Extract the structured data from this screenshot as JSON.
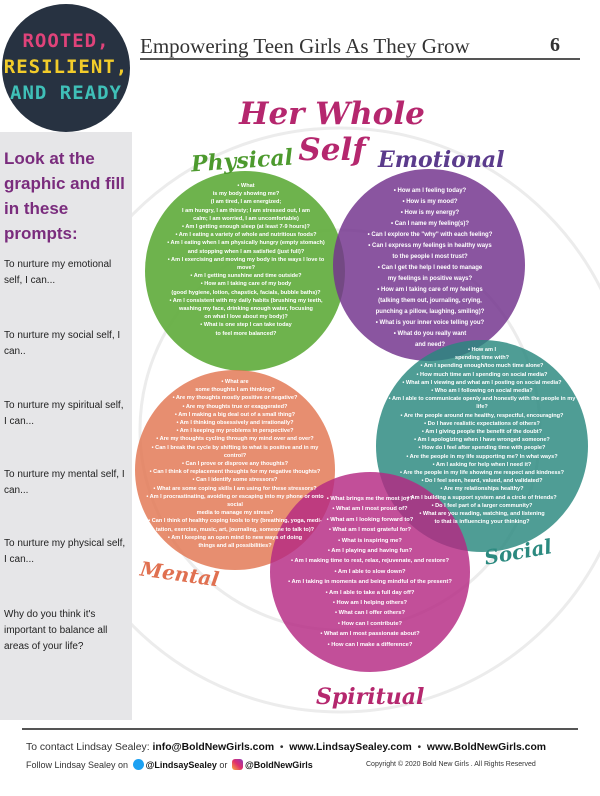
{
  "logo": {
    "line1": "ROOTED,",
    "line2": "RESILIENT,",
    "line3": "AND READY"
  },
  "header": {
    "title": "Empowering Teen Girls As They Grow",
    "page": "6"
  },
  "sidebar": {
    "heading": "Look at the graphic and fill in these prompts:",
    "prompts": [
      "To nurture my emotional self, I can...",
      "To nurture my social self, I can..",
      "To nurture my spiritual self, I can...",
      "To nurture my mental self, I can...",
      "To nurture my physical self, I can...",
      "Why do you think it's important to balance all areas of your life?"
    ]
  },
  "graphic": {
    "title": "Her Whole Self",
    "physical": {
      "label": "Physical",
      "text": "• What\nis my body showing me?\n(I am tired, I am energized;\nI am hungry, I am thirsty; I am stressed out, I am\ncalm; I am worried, I am uncomfortable)\n• Am I getting enough sleep (at least 7-9 hours)?\n• Am I eating a variety of whole and nutritious foods?\n• Am I eating when I am physically hungry (empty stomach)\nand stopping when I am satisfied (just full)?\n• Am I exercising and moving my body in the ways I love to move?\n• Am I getting sunshine and time outside?\n• How am I taking care of my body\n(good hygiene, lotion, chapstick, facials, bubble baths)?\n• Am I consistent with my daily habits (brushing my teeth,\nwashing my face, drinking enough water, focusing\non what I love about my body)?\n• What is one step I can take today\nto feel more balanced?"
    },
    "emotional": {
      "label": "Emotional",
      "text": "• How am I feeling today?\n• How is my mood?\n• How is my energy?\n• Can I name my feeling(s)?\n• Can I explore the \"why\" with each feeling?\n• Can I express my feelings in healthy ways\nto the people I most trust?\n• Can I get the help I need to manage\nmy feelings in positive ways?\n• How am I taking care of my feelings\n(talking them out, journaling, crying,\npunching a pillow, laughing, smiling)?\n• What is your inner voice telling you?\n• What do you really want\nand need?"
    },
    "mental": {
      "label": "Mental",
      "text": "• What are\nsome thoughts I am thinking?\n• Are my thoughts mostly positive or negative?\n• Are my thoughts true or exaggerated?\n• Am I making a big deal out of a small thing?\n• Am I thinking obsessively and irrationally?\n• Am I keeping my problems in perspective?\n• Are my thoughts cycling through my mind over and over?\n• Can I break the cycle by shifting to what is positive and in my control?\n• Can I prove or disprove any thoughts?\n• Can I think of replacement thoughts for my negative thoughts?\n• Can I identify some stressors?\n• What are some coping skills I am using for these stressors?\n• Am I procrastinating, avoiding or escaping into my phone or onto social\nmedia to manage my stress?\n• Can I think of healthy coping tools to try (breathing, yoga, medi-\ntation, exercise, music, art, journaling, someone to talk to)?\n• Am I keeping an open mind to new ways of doing\nthings and all possibilities?"
    },
    "social": {
      "label": "Social",
      "text": "• How am I\nspending time with?\n• Am I spending enough/too much time alone?\n• How much time am I spending on social media?\n• What am I viewing and what am I posting on social media?\n• Who am I following on social media?\n• Am I able to communicate openly and honestly with the people in my life?\n• Are the people around me healthy, respectful, encouraging?\n• Do I have realistic expectations of others?\n• Am I giving people the benefit of the doubt?\n• Am I apologizing when I have wronged someone?\n• How do I feel after spending time with people?\n• Are the people in my life supporting me? In what ways?\n• Am I asking for help when I need it?\n• Are the people in my life showing me respect and kindness?\n• Do I feel seen, heard, valued, and validated?\n• Are my relationships healthy?\n• Am I building a support system and a circle of friends?\n• Do I feel part of a larger community?\n• What are you reading, watching, and listening\nto that is influencing your thinking?"
    },
    "spiritual": {
      "label": "Spiritual",
      "text": "• What brings me the most joy?\n• What am I most proud of?\n• What am I looking forward to?\n• What am I most grateful for?\n• What is inspiring me?\n• Am I playing and having fun?\n• Am I making time to rest, relax, rejuvenate, and restore?\n• Am I able to slow down?\n• Am I taking in moments and being mindful of the present?\n• Am I able to take a full day off?\n• How am I helping others?\n• What can I offer others?\n• How can I contribute?\n• What am I most passionate about?\n• How can I make a difference?"
    }
  },
  "footer": {
    "contact_prefix": "To contact Lindsay Sealey:",
    "email": "info@BoldNewGirls.com",
    "site1": "www.LindsaySealey.com",
    "site2": "www.BoldNewGirls.com",
    "sep": "•",
    "follow_prefix": "Follow Lindsay Sealey on",
    "twitter": "@LindsaySealey",
    "or": "or",
    "instagram": "@BoldNewGirls",
    "copyright": "Copyright © 2020 Bold New Girls . All Rights Reserved"
  },
  "colors": {
    "physical": "#62ac3e",
    "emotional": "#74348e",
    "mental": "#e27550",
    "social": "#28887e",
    "spiritual": "#b42882",
    "title": "#b5276e"
  }
}
